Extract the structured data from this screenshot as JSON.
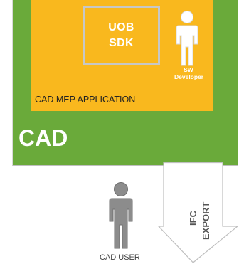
{
  "diagram": {
    "cad": {
      "label": "CAD"
    },
    "application": {
      "label": "CAD MEP APPLICATION"
    },
    "sdk": {
      "line1": "UOB",
      "line2": "SDK"
    },
    "developer": {
      "line1": "SW",
      "line2": "Developer"
    },
    "user": {
      "label": "CAD USER"
    },
    "export": {
      "line1": "IFC",
      "line2": "EXPORT"
    }
  },
  "colors": {
    "cad_green": "#6aaa3a",
    "application_orange": "#f9b81e",
    "sdk_border": "#c7c7c7",
    "user_gray": "#7f7f7f",
    "arrow_fill": "#ffffff",
    "arrow_stroke": "#bfbfbf"
  },
  "icons": [
    "developer-person-icon",
    "user-person-icon",
    "export-arrow-icon"
  ]
}
